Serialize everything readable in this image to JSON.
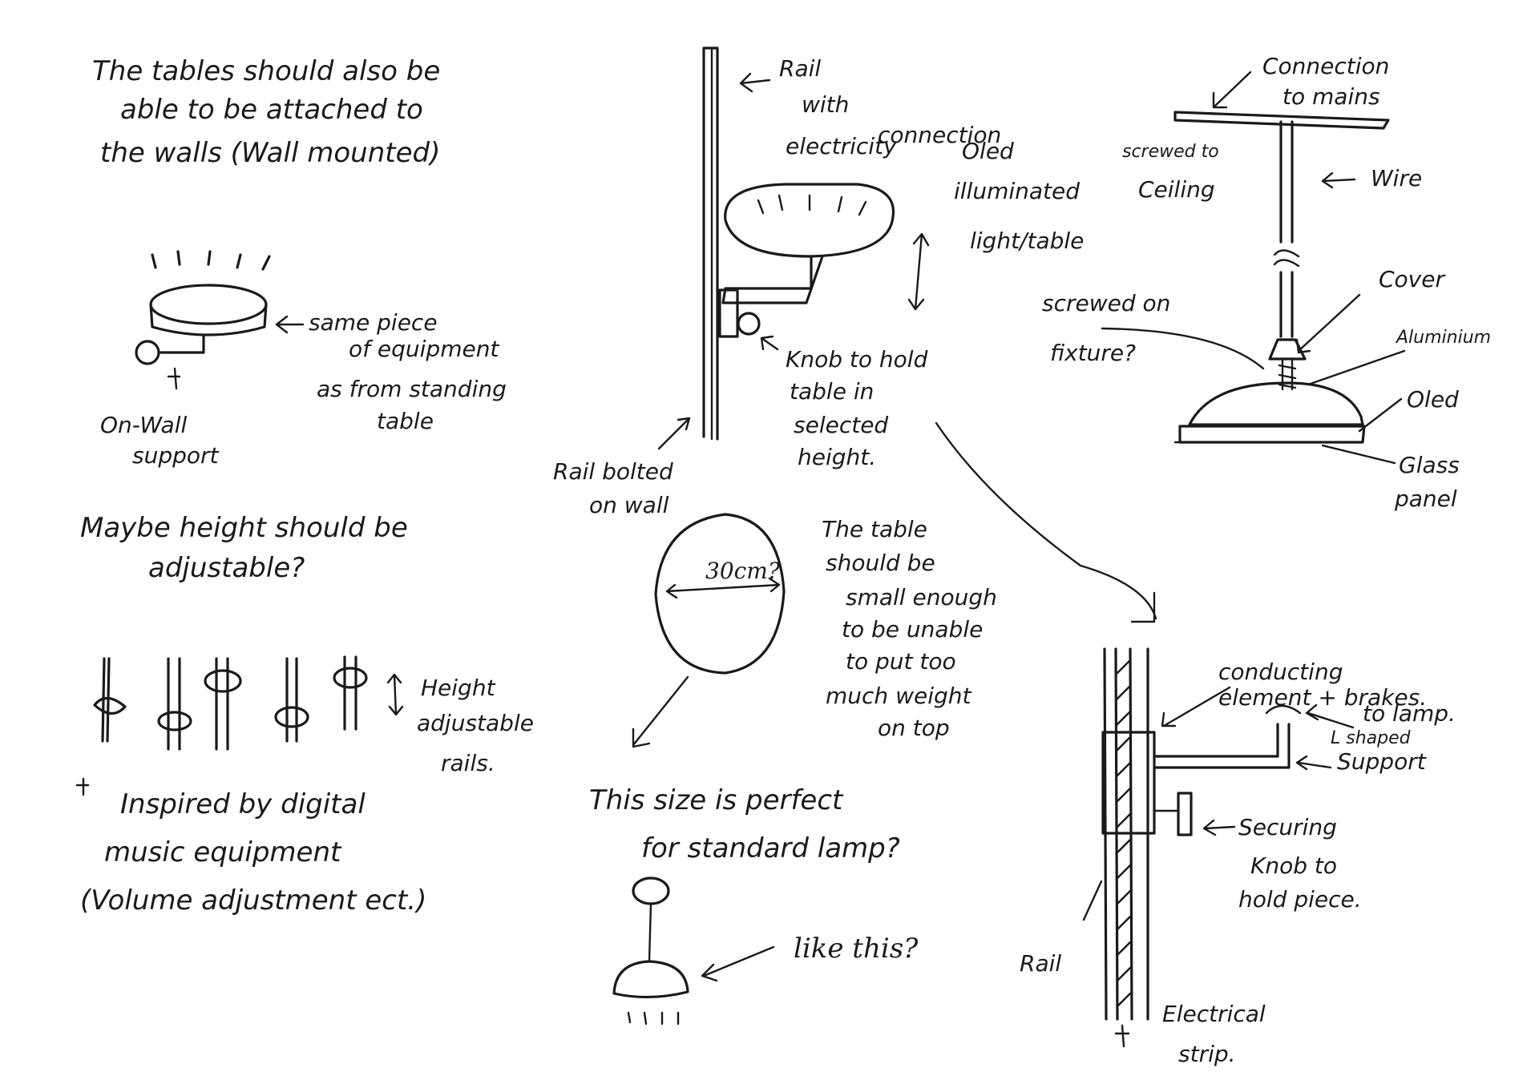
{
  "notes": {
    "wall_note": [
      "The tables should also be",
      "able to be attached to",
      "the walls (Wall mounted)"
    ],
    "same_piece": [
      "same piece",
      "of equipment",
      "as from standing",
      "table"
    ],
    "on_wall": [
      "On-Wall",
      "support"
    ],
    "maybe_height": [
      "Maybe height should be",
      "adjustable?"
    ],
    "height_rails": [
      "Height",
      "adjustable",
      "rails."
    ],
    "inspired": [
      "Inspired by digital",
      "music equipment",
      "(Volume adjustment ect.)"
    ],
    "rail_elec": [
      "Rail",
      "with",
      "electricity",
      "connection"
    ],
    "oled_table": [
      "Oled",
      "illuminated",
      "light/table"
    ],
    "knob_hold": [
      "Knob to hold",
      "table in",
      "selected",
      "height."
    ],
    "rail_bolted": [
      "Rail bolted",
      "on wall"
    ],
    "dimension": "30cm?",
    "table_small": [
      "The table",
      "should be",
      "small enough",
      "to be unable",
      "to put too",
      "much weight",
      "on top"
    ],
    "size_perfect": [
      "This size is perfect",
      "for standard lamp?"
    ],
    "like_this": "like this?",
    "connection_mains": [
      "Connection",
      "to mains"
    ],
    "screwed_ceiling": [
      "screwed to",
      "Ceiling"
    ],
    "wire": "Wire",
    "screwed_fixture": [
      "screwed on",
      "fixture?"
    ],
    "cover": "Cover",
    "aluminium": "Aluminium",
    "oled": "Oled",
    "glass_panel": [
      "Glass",
      "panel"
    ],
    "conducting": [
      "conducting",
      "element + brakes."
    ],
    "to_lamp": [
      "to lamp.",
      "L shaped"
    ],
    "support": "Support",
    "securing": [
      "Securing",
      "Knob to",
      "hold piece."
    ],
    "rail": "Rail",
    "electrical_strip": [
      "Electrical",
      "strip."
    ]
  }
}
